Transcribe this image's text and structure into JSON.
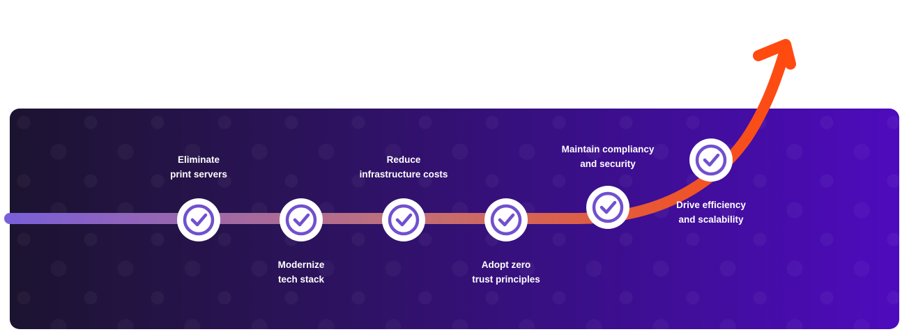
{
  "colors": {
    "track_start": "#7a5fd8",
    "track_mid": "#c0707a",
    "track_end": "#ff4a10",
    "check_ring": "#7150cf",
    "text": "#ffffff"
  },
  "milestones": [
    {
      "line1": "Eliminate",
      "line2": "print servers",
      "icon": "check-circle-icon"
    },
    {
      "line1": "Modernize",
      "line2": "tech stack",
      "icon": "check-circle-icon"
    },
    {
      "line1": "Reduce",
      "line2": "infrastructure costs",
      "icon": "check-circle-icon"
    },
    {
      "line1": "Adopt zero",
      "line2": "trust principles",
      "icon": "check-circle-icon"
    },
    {
      "line1": "Maintain compliancy",
      "line2": "and security",
      "icon": "check-circle-icon"
    },
    {
      "line1": "Drive efficiency",
      "line2": "and scalability",
      "icon": "check-circle-icon"
    }
  ],
  "arrow_icon": "arrow-up-right-icon"
}
